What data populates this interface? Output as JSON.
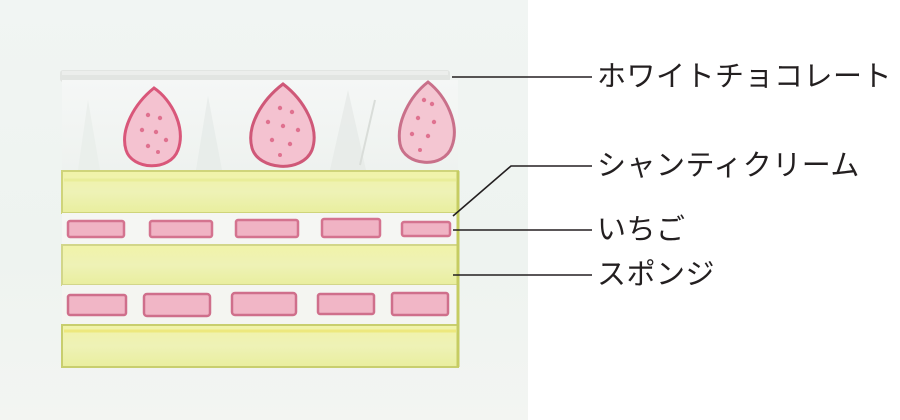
{
  "diagram": {
    "subject": "strawberry shortcake cross-section",
    "labels": [
      {
        "id": "white-chocolate",
        "text": "ホワイトチョコレート"
      },
      {
        "id": "chantilly-cream",
        "text": "シャンティクリーム"
      },
      {
        "id": "strawberry",
        "text": "いちご"
      },
      {
        "id": "sponge",
        "text": "スポンジ"
      }
    ]
  },
  "colors": {
    "paper": "#eef3f0",
    "sponge_fill": "#eef0a6",
    "sponge_edge": "#c9cf6a",
    "strawberry_fill": "#f2b8c8",
    "strawberry_edge": "#d4607e",
    "cream": "#f7f7f5",
    "white_chocolate": "#e3e6e3",
    "leader_line": "#231f20",
    "label_text": "#231f20"
  }
}
